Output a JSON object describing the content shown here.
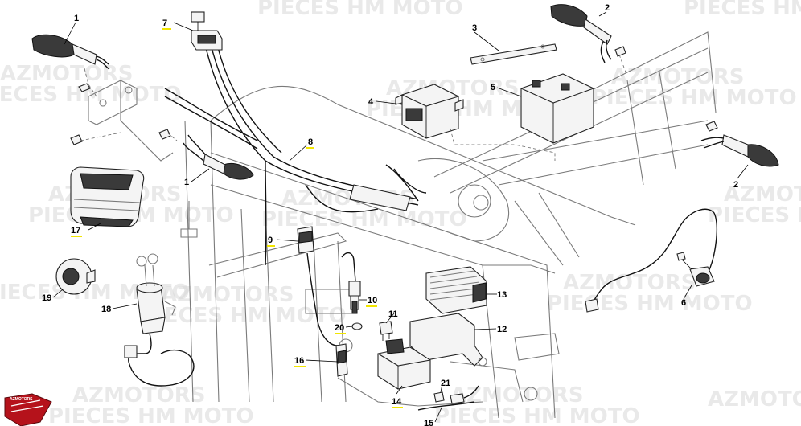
{
  "watermark": {
    "line1": "AZMOTORS",
    "line2": "PIECES HM MOTO"
  },
  "logo_text": "AZMOTORS",
  "callouts": [
    "1",
    "2",
    "3",
    "4",
    "5",
    "6",
    "7",
    "8",
    "9",
    "10",
    "11",
    "12",
    "13",
    "14",
    "15",
    "16",
    "17",
    "18",
    "19",
    "20",
    "21"
  ],
  "accent_underline_color": "#f2e600",
  "logo_color": "#b5121b"
}
